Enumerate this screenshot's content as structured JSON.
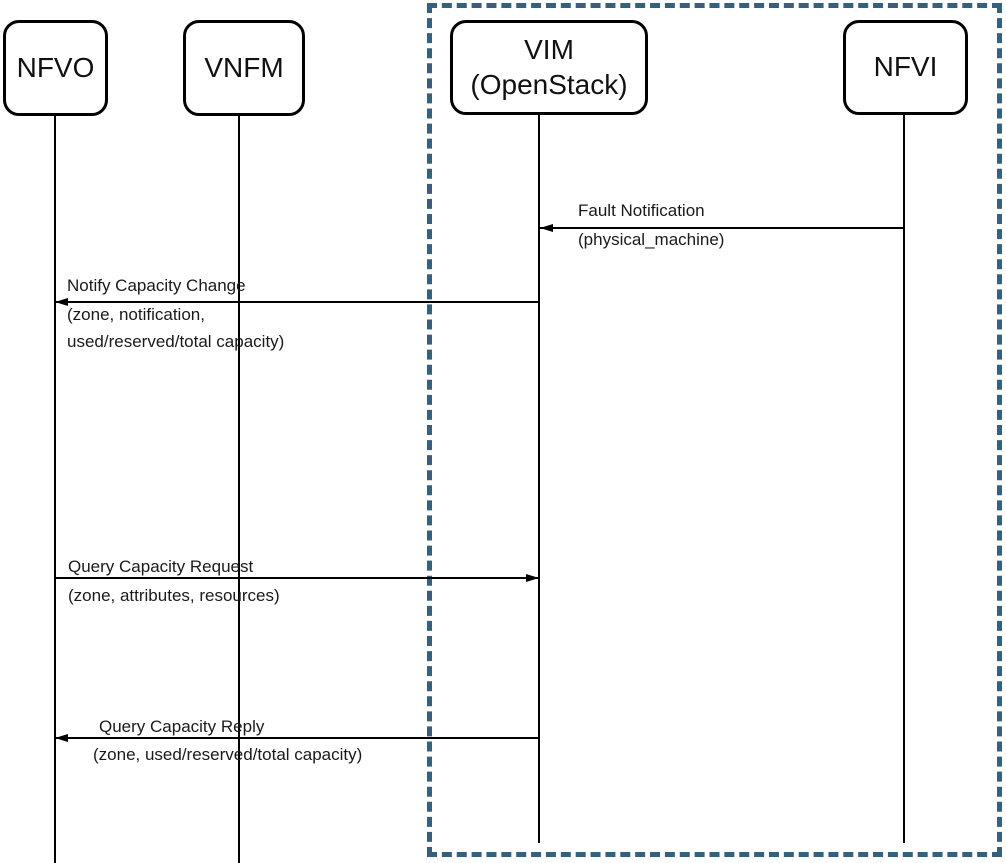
{
  "actors": [
    {
      "label": "NFVO"
    },
    {
      "label": "VNFM"
    },
    {
      "label": "VIM",
      "sublabel": "(OpenStack)"
    },
    {
      "label": "NFVI"
    }
  ],
  "boundary": {
    "encloses": [
      "VIM (OpenStack)",
      "NFVI"
    ],
    "border_color": "#35607e",
    "style": "dashed"
  },
  "messages": [
    {
      "title": "Fault Notification",
      "params": [
        "(physical_machine)"
      ],
      "from": "NFVI",
      "to": "VIM (OpenStack)",
      "arrow_direction": "left"
    },
    {
      "title": "Notify Capacity Change",
      "params": [
        "(zone, notification,",
        "used/reserved/total capacity)"
      ],
      "from": "VIM (OpenStack)",
      "to": "NFVO",
      "arrow_direction": "left"
    },
    {
      "title": "Query Capacity Request",
      "params": [
        "(zone, attributes, resources)"
      ],
      "from": "NFVO",
      "to": "VIM (OpenStack)",
      "arrow_direction": "right"
    },
    {
      "title": "Query Capacity Reply",
      "params": [
        "(zone, used/reserved/total capacity)"
      ],
      "from": "VIM (OpenStack)",
      "to": "NFVO",
      "arrow_direction": "left"
    }
  ],
  "colors": {
    "background": "#ffffff",
    "line": "#000000",
    "text": "#1a1a1a",
    "boundary": "#35607e"
  }
}
